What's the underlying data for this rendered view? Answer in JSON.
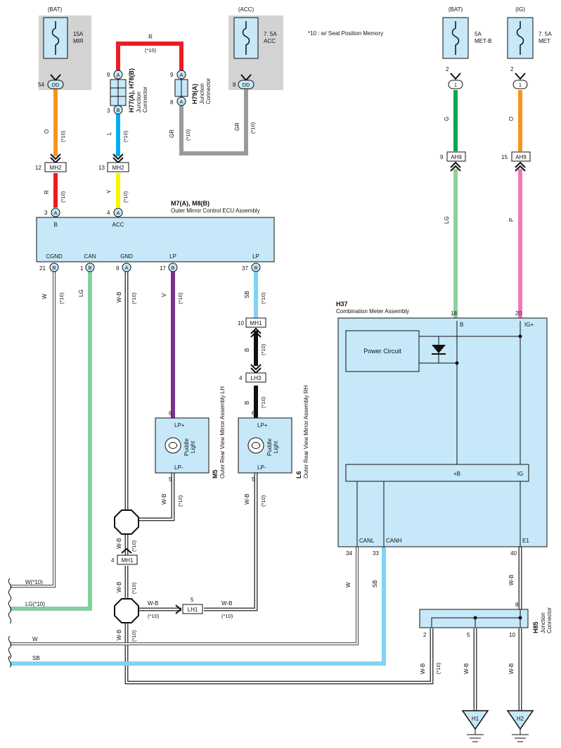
{
  "note": "*10 : w/ Seat Position Memory",
  "colors": {
    "orange": "#f7941d",
    "red": "#ed1c24",
    "blue": "#00aeef",
    "yellow": "#fff200",
    "gray": "#9a9a9a",
    "green": "#00a651",
    "lightgreen": "#8dd19a",
    "pink": "#f27ab6",
    "purple": "#7b2f8e",
    "skyblue": "#7fd3f3",
    "black": "#111111",
    "lgcan": "#85cfa0",
    "component_fill": "#c6e8f8",
    "fuse_bg": "#d3d3d3"
  },
  "fuses": [
    {
      "id": "mir",
      "source": "(BAT)",
      "rating": "15A",
      "name": "MIR"
    },
    {
      "id": "acc",
      "source": "(ACC)",
      "rating": "7. 5A",
      "name": "ACC"
    },
    {
      "id": "metb",
      "source": "(BAT)",
      "rating": "5A",
      "name": "MET-B"
    },
    {
      "id": "met",
      "source": "(IG)",
      "rating": "7. 5A",
      "name": "MET"
    }
  ],
  "connectors": {
    "h77": {
      "id": "H77(A), H78(B)",
      "desc1": "Junction",
      "desc2": "Connector"
    },
    "h79": {
      "id": "H79(A)",
      "desc1": "Junction",
      "desc2": "Connector"
    },
    "h85": {
      "id": "H85",
      "desc1": "Junction",
      "desc2": "Connector"
    }
  },
  "ecu": {
    "id": "M7(A), M8(B)",
    "name": "Outer Mirror Control ECU Assembly",
    "top_pins": [
      {
        "pin": "3",
        "conn": "A",
        "label": "B"
      },
      {
        "pin": "4",
        "conn": "A",
        "label": "ACC"
      }
    ],
    "bottom_pins": [
      {
        "pin": "21",
        "conn": "B",
        "label": "CGND"
      },
      {
        "pin": "1",
        "conn": "B",
        "label": "CAN"
      },
      {
        "pin": "9",
        "conn": "A",
        "label": "GND"
      },
      {
        "pin": "17",
        "conn": "B",
        "label": "LP"
      },
      {
        "pin": "37",
        "conn": "B",
        "label": "LP"
      }
    ]
  },
  "mirrors": [
    {
      "id": "M5",
      "name": "Outer Rear View Mirror Assembly LH",
      "top_pin": "6",
      "bottom_pin": "5",
      "pos": "LP+",
      "neg": "LP-",
      "light1": "Puddle",
      "light2": "Light"
    },
    {
      "id": "L6",
      "name": "Outer Rear View Mirror Assembly RH",
      "top_pin": "6",
      "bottom_pin": "5",
      "pos": "LP+",
      "neg": "LP-",
      "light1": "Puddle",
      "light2": "Light"
    }
  ],
  "meter": {
    "id": "H37",
    "name": "Combination Meter Assembly",
    "power_circuit": "Power Circuit",
    "pins_top": [
      {
        "pin": "18",
        "label": "B"
      },
      {
        "pin": "20",
        "label": "IG+"
      }
    ],
    "inner_labels": {
      "plus_b": "+B",
      "ig": "IG"
    },
    "pins_bottom": [
      {
        "pin": "34",
        "label": "CANL"
      },
      {
        "pin": "33",
        "label": "CANH"
      },
      {
        "pin": "40",
        "label": "E1"
      }
    ]
  },
  "grounds": [
    "H1",
    "H2"
  ],
  "labels": {
    "pin_54": "54",
    "dd": "DD",
    "pin_9": "9",
    "pin_3": "3",
    "pin_8": "8",
    "conn_a": "A",
    "conn_b": "B",
    "one": "1",
    "pin_2": "2",
    "pin_12": "12",
    "pin_13": "13",
    "mh2": "MH2",
    "pin_9b": "9",
    "pin_15": "15",
    "ah9": "AH9",
    "mh1": "MH1",
    "lh3": "LH3",
    "lh1": "LH1",
    "pin_10": "10",
    "pin_4": "4",
    "pin_5": "5",
    "pin_2b": "2",
    "pin_5b": "5",
    "pin_10b": "10",
    "pin_8b": "8"
  },
  "wires": {
    "o": "O",
    "r": "R",
    "l": "L",
    "y": "Y",
    "gr": "GR",
    "g": "G",
    "lg": "LG",
    "p": "P",
    "w": "W",
    "wb": "W-B",
    "v": "V",
    "sb": "SB",
    "b": "B",
    "w10": "W(*10)",
    "lg10": "LG(*10)",
    "star10": "(*10)"
  }
}
